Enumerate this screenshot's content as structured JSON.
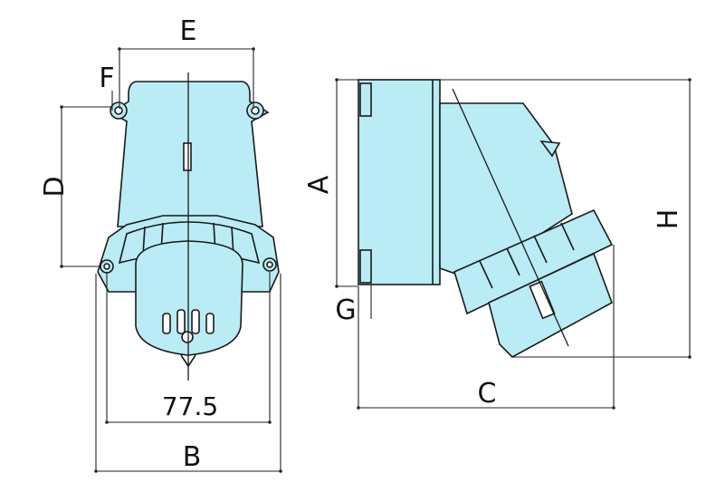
{
  "colors": {
    "body_fill": "#b9ecf4",
    "outline": "#1a1a1a",
    "dim_line": "#222222",
    "label": "#111111"
  },
  "labels": {
    "E": "E",
    "F": "F",
    "D": "D",
    "A": "A",
    "H": "H",
    "G": "G",
    "C": "C",
    "B": "B",
    "dim_77_5": "77.5"
  }
}
